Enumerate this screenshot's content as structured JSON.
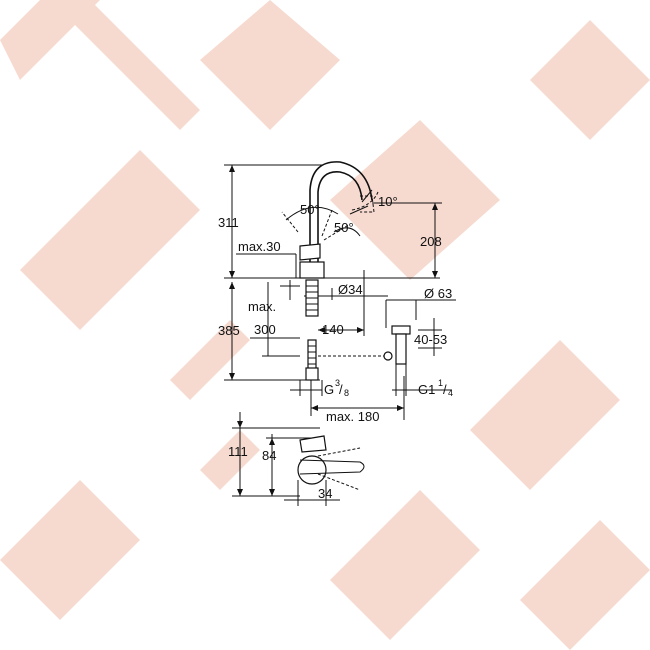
{
  "watermark": {
    "color": "#f6d9cf",
    "shape": "diamond-lattice"
  },
  "dimensions": {
    "total_height": "311",
    "angle_left": "50°",
    "angle_tilt": "50°",
    "angle_right": "10°",
    "spout_height": "208",
    "max_30": "max.30",
    "max_word": "max.",
    "diameter_34": "Ø34",
    "diameter_63": "Ø 63",
    "lower_height": "385",
    "rod_300": "300",
    "depth_140": "140",
    "thickness": "40-53",
    "thread_g": "G",
    "thread_g_num": "3",
    "thread_g_den": "8",
    "thread_g1": "G1",
    "thread_g1_num": "1",
    "thread_g1_den": "4",
    "max_180": "max. 180",
    "top_111": "111",
    "top_84": "84",
    "top_34": "34"
  }
}
